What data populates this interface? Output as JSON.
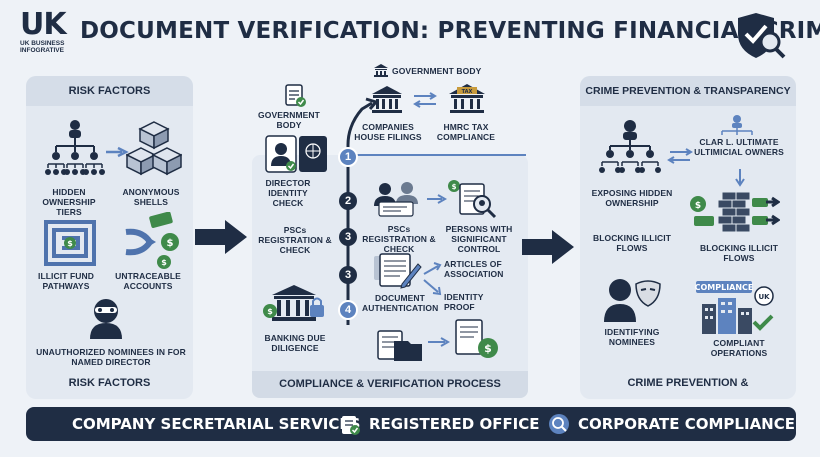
{
  "header": {
    "logo_letters": "UK",
    "logo_subtitle_1": "UK BUSINESS",
    "logo_subtitle_2": "INFOGRATIVE",
    "title": "DOCUMENT VERIFICATION: PREVENTING FINANCIAL CRIME"
  },
  "left": {
    "heading": "RISK FACTORS",
    "items": [
      "HIDDEN OWNERSHIP TIERS",
      "ANONYMOUS SHELLS",
      "ILLICIT FUND PATHWAYS",
      "UNTRACEABLE ACCOUNTS",
      "UNAUTHORIZED NOMINEES IN FOR NAMED DIRECTOR"
    ],
    "footer": "RISK FACTORS"
  },
  "center": {
    "top_label": "GOVERNMENT BODY",
    "gov_body": "GOVERNMENT BODY",
    "companies_house": "COMPANIES HOUSE FILINGS",
    "hmrc_badge": "TAX",
    "hmrc": "HMRC TAX COMPLIANCE",
    "director_check": "DIRECTOR IDENTITY CHECK",
    "pscs_left": "PSCs REGISTRATION & CHECK",
    "pscs_mid": "PSCs REGISTRATION & CHECK",
    "persons": "PERSONS WITH SIGNIFICANT CONTROL",
    "articles": "ARTICLES OF ASSOCIATION",
    "identity_proof": "IDENTITY PROOF",
    "doc_auth": "DOCUMENT AUTHENTICATION",
    "banking": "BANKING DUE DILIGENCE",
    "steps": [
      "1",
      "2",
      "3",
      "3",
      "4"
    ],
    "footer": "COMPLIANCE & VERIFICATION PROCESS"
  },
  "right": {
    "heading": "CRIME PREVENTION & TRANSPARENCY",
    "clar": "CLAR L. ULTIMATE ULTIMICIAL OWNERS",
    "exposing": "EXPOSING HIDDEN OWNERSHIP",
    "blocking_left": "BLOCKING ILLICIT FLOWS",
    "blocking_right": "BLOCKING ILLICIT FLOWS",
    "identifying": "IDENTIFYING NOMINEES",
    "compliance_badge": "COMPLIANCE",
    "uk_badge": "UK",
    "compliant_ops": "COMPLIANT OPERATIONS",
    "footer": "CRIME PREVENTION &"
  },
  "bottom_bar": {
    "item1": "COMPANY SECRETARIAL SERVICES",
    "item2": "REGISTERED OFFICE",
    "item3": "CORPORATE COMPLIANCE"
  },
  "colors": {
    "navy": "#1f2d44",
    "accent_blue": "#5d83bf",
    "money_green": "#3f8a4a",
    "panel": "#e3e9f1"
  }
}
